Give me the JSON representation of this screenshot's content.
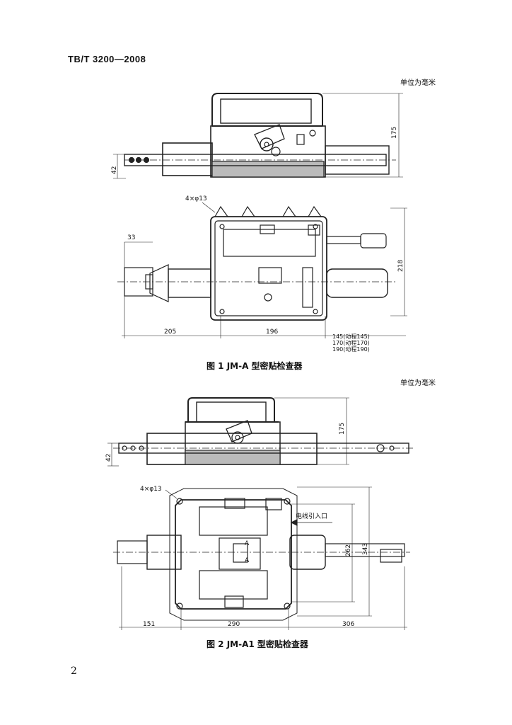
{
  "header": {
    "standard": "TB/T 3200—2008"
  },
  "figure1": {
    "unit_note": "单位为毫米",
    "caption": "图 1   JM-A 型密贴检查器",
    "dims": {
      "height_175": "175",
      "offset_42": "42",
      "holes": "4×φ13",
      "d33": "33",
      "d218": "218",
      "d205": "205",
      "d196": "196",
      "stroke1": "145(动程145)",
      "stroke2": "170(动程170)",
      "stroke3": "190(动程190)"
    }
  },
  "figure2": {
    "unit_note": "单位为毫米",
    "caption": "图 2   JM-A1 型密贴检查器",
    "dims": {
      "height_175": "175",
      "offset_42": "42",
      "holes": "4×φ13",
      "cable_entry": "电线引入口",
      "A1": "A",
      "A2": "A",
      "d262": "262",
      "d343": "343",
      "d151": "151",
      "d290": "290",
      "d306": "306"
    }
  },
  "page_number": "2"
}
